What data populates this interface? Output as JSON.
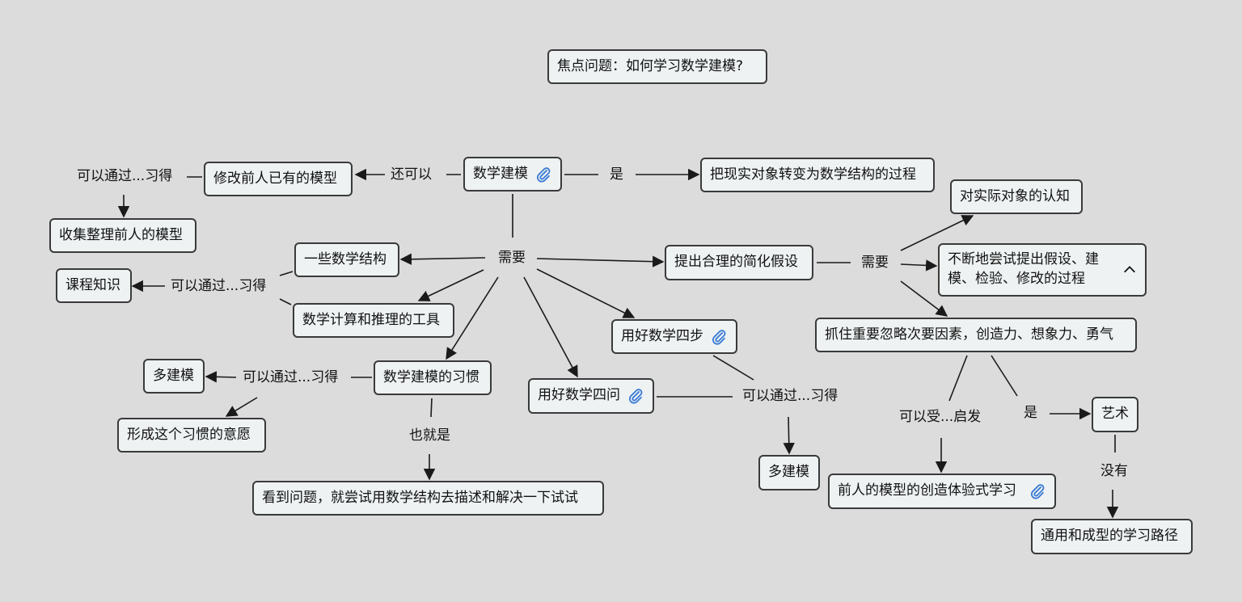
{
  "diagram": {
    "focus_question": "焦点问题：如何学习数学建模?",
    "nodes": {
      "root": "数学建模",
      "definition": "把现实对象转变为数学结构的过程",
      "modify_models": "修改前人已有的模型",
      "collect_models": "收集整理前人的模型",
      "structures": "一些数学结构",
      "course_knowledge": "课程知识",
      "calc_tools": "数学计算和推理的工具",
      "habit": "数学建模的习惯",
      "more_modeling_1": "多建模",
      "willingness": "形成这个习惯的意愿",
      "see_problem": "看到问题，就尝试用数学结构去描述和解决一下试试",
      "four_questions": "用好数学四问",
      "four_steps": "用好数学四步",
      "more_modeling_2": "多建模",
      "assumptions": "提出合理的简化假设",
      "cognition": "对实际对象的认知",
      "trying": "不断地尝试提出假设、建模、检验、修改的过程",
      "key_factors": "抓住重要忽略次要因素，创造力、想象力、勇气",
      "creative_learning": "前人的模型的创造体验式学习",
      "art": "艺术",
      "no_path": "通用和成型的学习路径"
    },
    "labels": {
      "is": "是",
      "can_also": "还可以",
      "needs": "需要",
      "via_1": "可以通过...习得",
      "via_2": "可以通过...习得",
      "via_3": "可以通过...习得",
      "via_4": "可以通过...习得",
      "that_is": "也就是",
      "needs_2": "需要",
      "inspired_by": "可以受...启发",
      "is_2": "是",
      "none": "没有"
    }
  },
  "colors": {
    "background": "#dcdcdc",
    "node_fill": "#eef2f3",
    "node_border": "#3a3a3a",
    "line": "#1a1a1a",
    "clip_icon": "#3a7bd5"
  }
}
